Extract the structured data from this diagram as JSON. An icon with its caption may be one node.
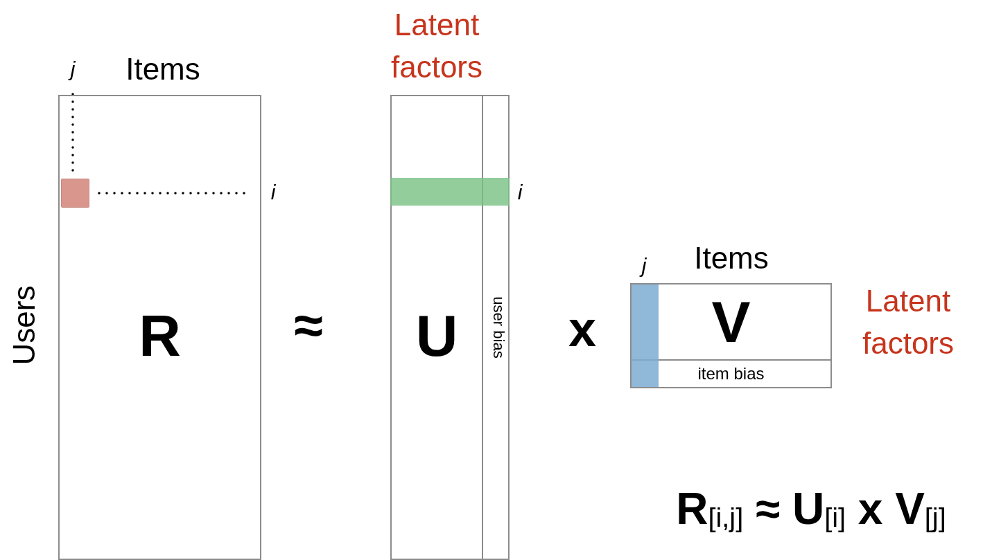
{
  "diagram": {
    "nodes": [
      {
        "text": [
          "j"
        ]
      },
      {
        "text": [
          "R"
        ]
      },
      {
        "text": [],
        "shape": "box",
        "in": 1
      },
      {
        "text": [
          "i"
        ]
      },
      {
        "text": [
          "U"
        ]
      },
      {
        "text": [
          "user bias"
        ]
      },
      {
        "text": [],
        "shape": "bar"
      },
      {
        "text": [
          "V"
        ]
      },
      {
        "text": [
          "item bias"
        ]
      },
      {
        "text": [],
        "shape": "bar"
      }
    ],
    "edges": [
      {
        "from": 2,
        "to": 0,
        "arrow": "none",
        "style": "dashed"
      },
      {
        "from": 2,
        "to": 3,
        "arrow": "none",
        "style": "dashed"
      }
    ],
    "labels": [
      "Items",
      "Latent factors",
      "Users",
      "≈",
      "x",
      "i",
      "j",
      "Items",
      "Latent factors",
      "**R**$_{[i,j]}$ **≈ U**$_{[i]}$ **x V**$_{[j]}$"
    ]
  }
}
